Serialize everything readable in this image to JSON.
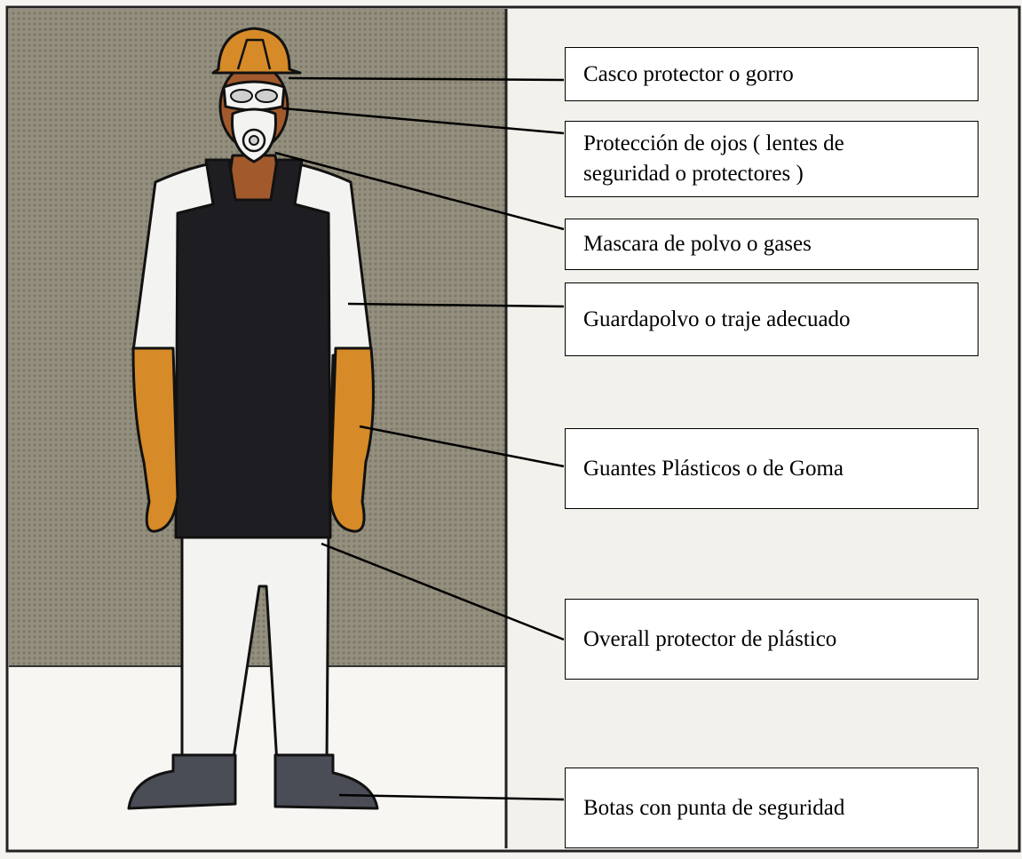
{
  "labels": {
    "helmet": "Casco protector o gorro",
    "goggles": "Protección de ojos ( lentes de\nseguridad o protectores )",
    "mask": "Mascara de polvo o gases",
    "coat": "Guardapolvo o traje adecuado",
    "gloves": "Guantes Plásticos o de Goma",
    "overall": "Overall protector de plástico",
    "boots": "Botas con punta de seguridad"
  },
  "colors": {
    "wall": "#8f8b7b",
    "floor": "#f4f3f0",
    "helmet": "#d68a28",
    "gloves": "#d68a28",
    "apron": "#1e1e22",
    "boots": "#4a4d55",
    "skin": "#a25a2c"
  }
}
